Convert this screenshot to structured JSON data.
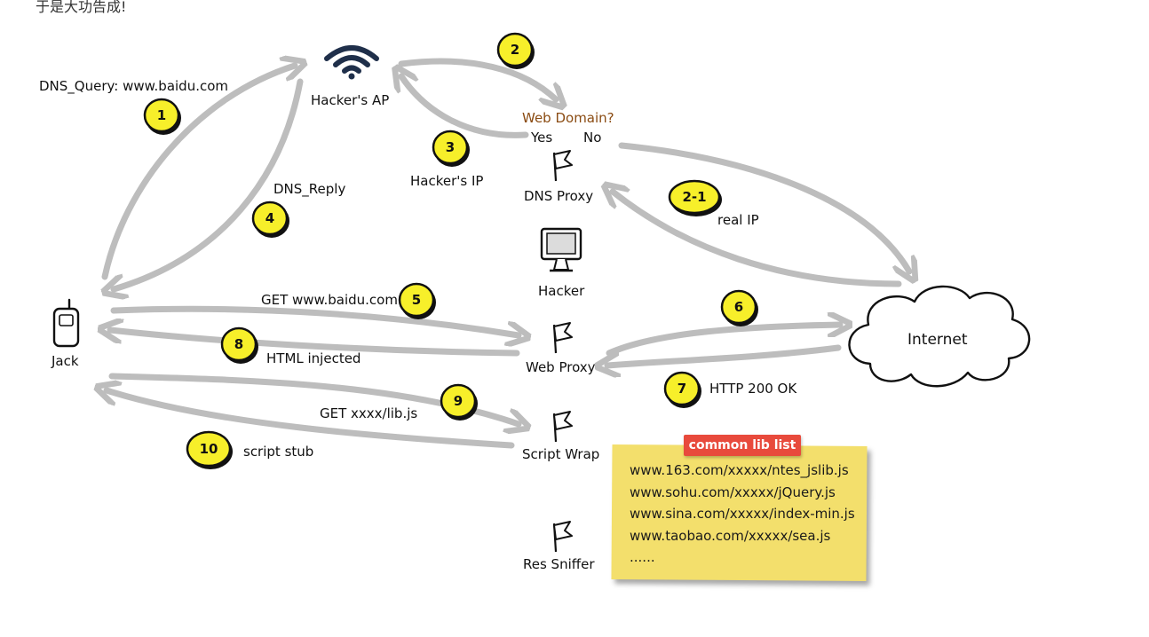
{
  "caption": "于是大功告成!",
  "nodes": {
    "hacker_ap": "Hacker's AP",
    "web_domain_question": "Web Domain?",
    "yes": "Yes",
    "no": "No",
    "dns_proxy": "DNS Proxy",
    "hacker": "Hacker",
    "web_proxy": "Web Proxy",
    "script_wrap": "Script Wrap",
    "res_sniffer": "Res Sniffer",
    "jack": "Jack",
    "internet": "Internet"
  },
  "labels": {
    "dns_query": "DNS_Query: www.baidu.com",
    "dns_reply": "DNS_Reply",
    "hackers_ip": "Hacker's IP",
    "real_ip": "real IP",
    "get_baidu": "GET www.baidu.com",
    "html_injected": "HTML injected",
    "http_200": "HTTP 200 OK",
    "get_lib": "GET xxxx/lib.js",
    "script_stub": "script stub"
  },
  "steps": {
    "s1": "1",
    "s2": "2",
    "s3": "3",
    "s4": "4",
    "s2_1": "2-1",
    "s5": "5",
    "s6": "6",
    "s7": "7",
    "s8": "8",
    "s9": "9",
    "s10": "10"
  },
  "note": {
    "title": "common lib list",
    "items": [
      "www.163.com/xxxxx/ntes_jslib.js",
      "www.sohu.com/xxxxx/jQuery.js",
      "www.sina.com/xxxxx/index-min.js",
      "www.taobao.com/xxxxx/sea.js",
      "......"
    ]
  },
  "colors": {
    "badge_fill": "#f7ef2a",
    "arrow": "#bdbdbd",
    "web_domain_text": "#8a4b12",
    "note_bg": "#f3df6c",
    "note_tag": "#e84a3c"
  }
}
